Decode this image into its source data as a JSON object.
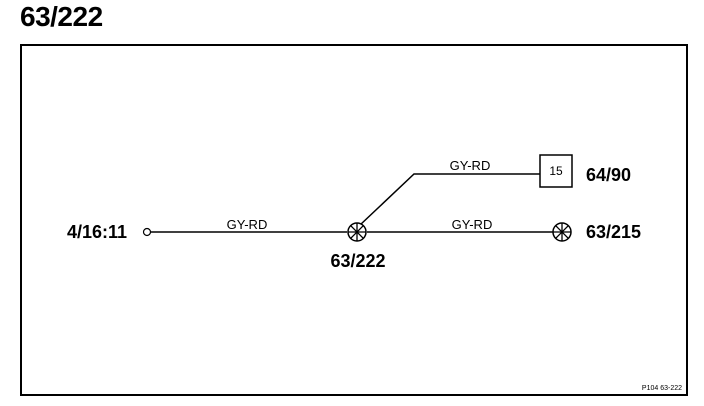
{
  "page_title": "63/222",
  "wires": {
    "left_segment_label": "GY-RD",
    "branch_label": "GY-RD",
    "right_segment_label": "GY-RD"
  },
  "nodes": {
    "start_connector_label": "4/16:11",
    "splice_label": "63/222",
    "component_box_number": "15",
    "component_box_ref": "64/90",
    "end_splice_label": "63/215"
  },
  "footer_ref": "P104  63-222"
}
